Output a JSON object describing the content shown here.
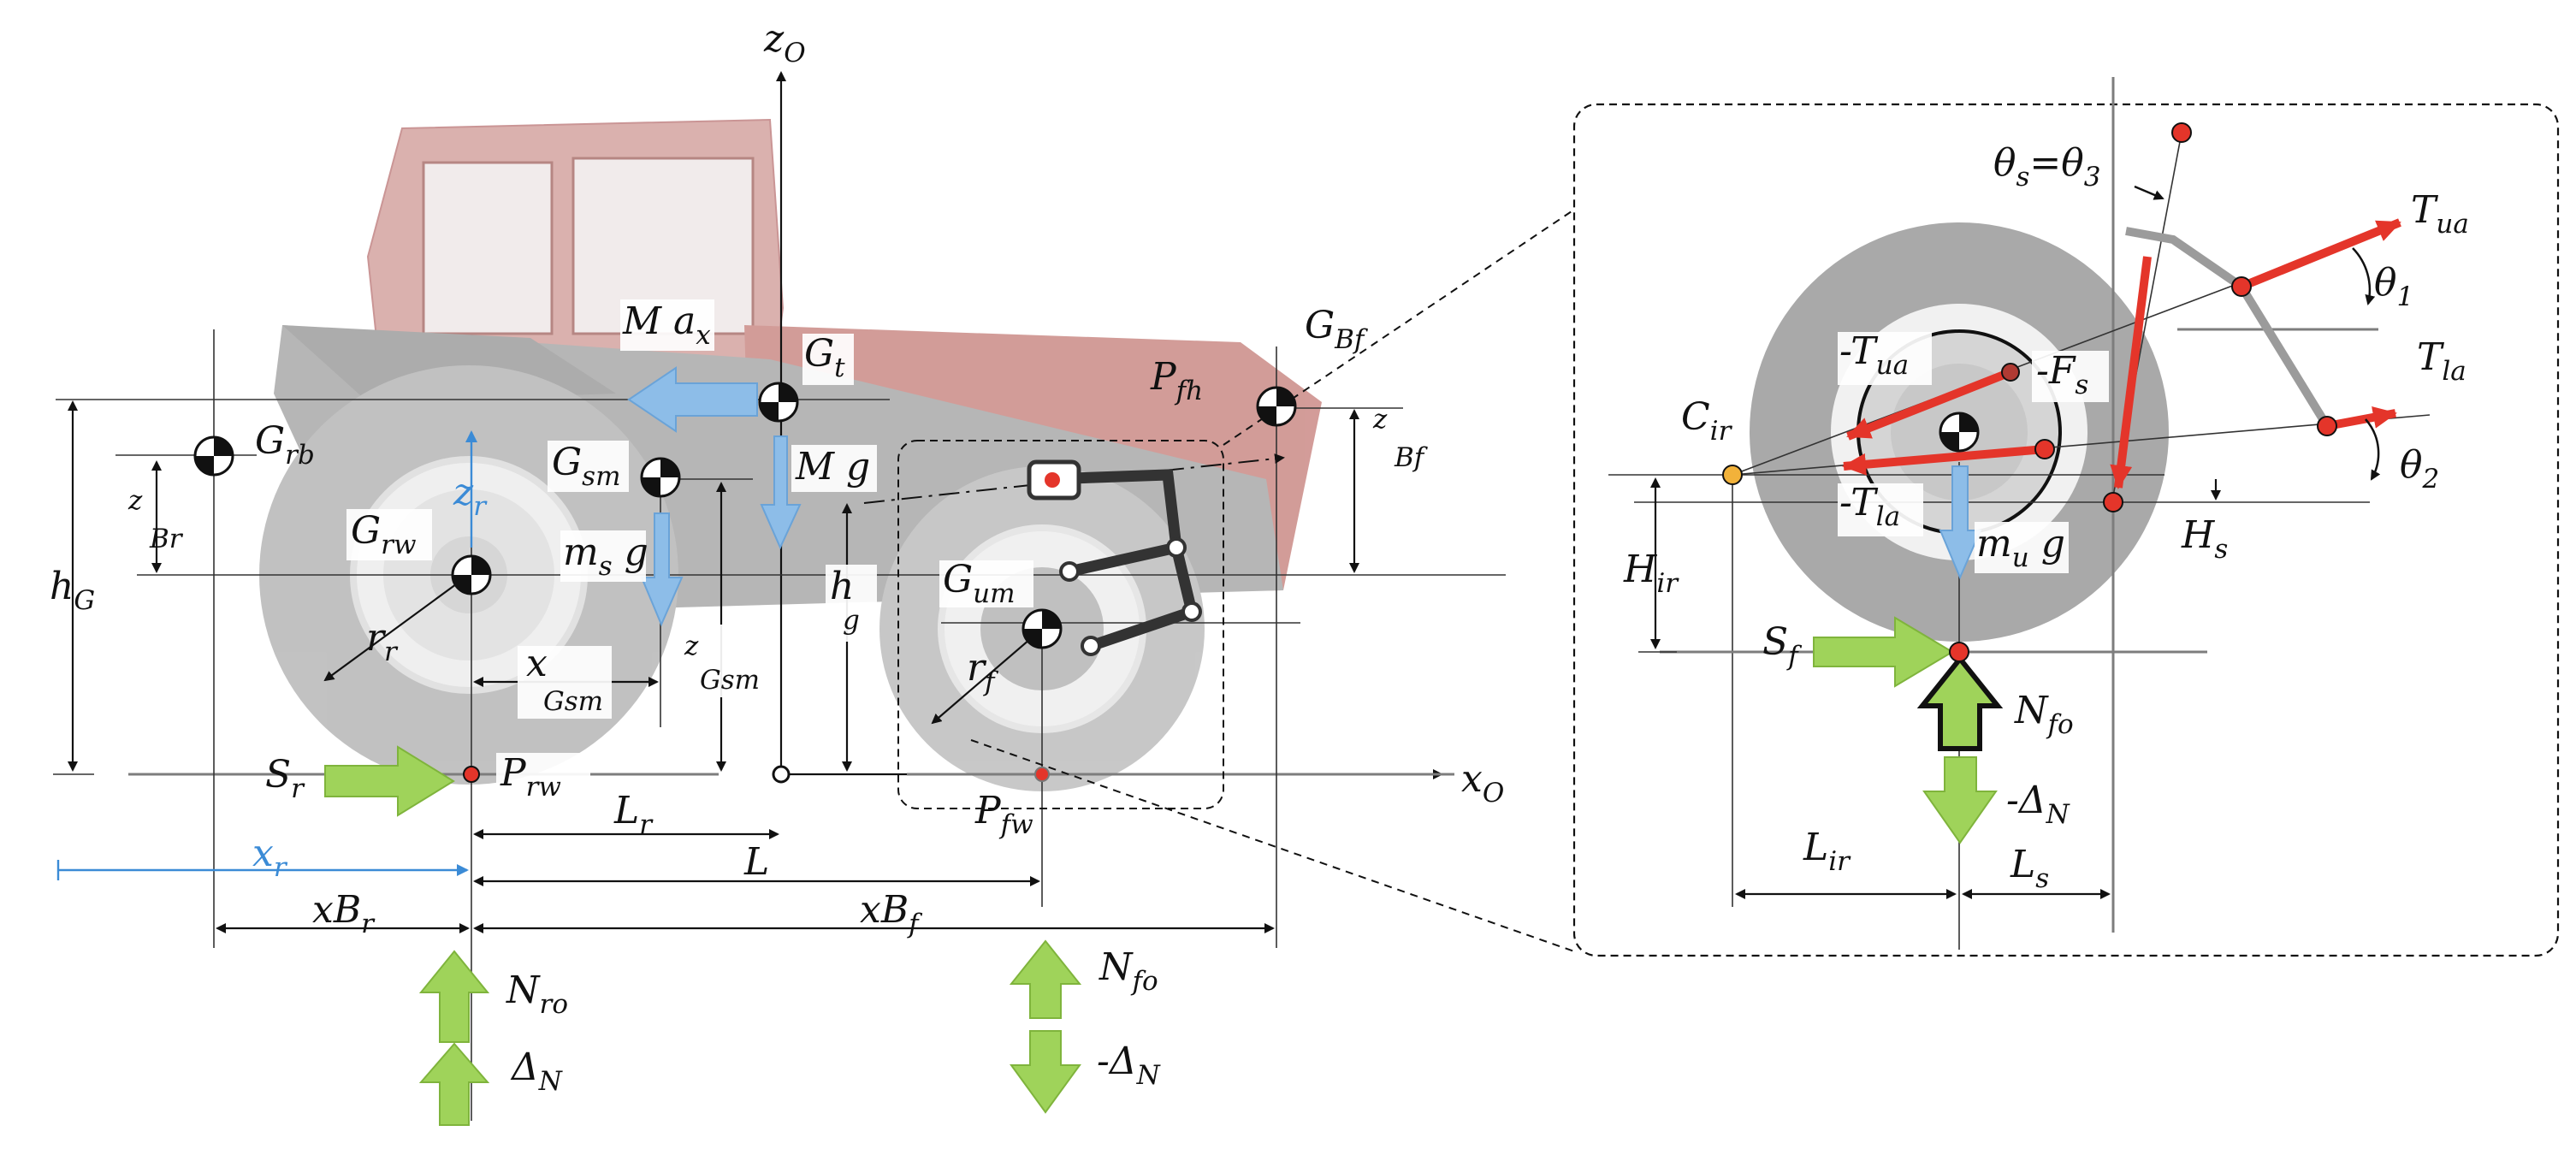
{
  "labels": {
    "zo": {
      "main": "z",
      "sub": "O"
    },
    "xo": {
      "main": "x",
      "sub": "O"
    },
    "max": {
      "main": "M a",
      "sub": "x"
    },
    "gt": {
      "main": "G",
      "sub": "t"
    },
    "mg": {
      "main": "M g"
    },
    "gbf": {
      "main": "G",
      "sub": "Bf"
    },
    "zbf": {
      "main": "z",
      "sub": "Bf"
    },
    "grb": {
      "main": "G",
      "sub": "rb"
    },
    "zbr": {
      "main": "z",
      "sub": "Br"
    },
    "hG": {
      "main": "h",
      "sub": "G"
    },
    "zr": {
      "main": "z",
      "sub": "r"
    },
    "gsm": {
      "main": "G",
      "sub": "sm"
    },
    "grw": {
      "main": "G",
      "sub": "rw"
    },
    "msg": {
      "main": "m",
      "sub": "s",
      "suffix": " g"
    },
    "rr": {
      "main": "r",
      "sub": "r"
    },
    "xgsm": {
      "main": "x",
      "sub": "Gsm"
    },
    "zgsm": {
      "main": "z",
      "sub": "Gsm"
    },
    "hg": {
      "main": "h",
      "sub": "g"
    },
    "pfh": {
      "main": "P",
      "sub": "fh"
    },
    "gum": {
      "main": "G",
      "sub": "um"
    },
    "rf": {
      "main": "r",
      "sub": "f"
    },
    "sr": {
      "main": "S",
      "sub": "r"
    },
    "prw": {
      "main": "P",
      "sub": "rw"
    },
    "lr": {
      "main": "L",
      "sub": "r"
    },
    "L": {
      "main": "L"
    },
    "pfw": {
      "main": "P",
      "sub": "fw"
    },
    "xr": {
      "main": "x",
      "sub": "r"
    },
    "xbr": {
      "main": "xB",
      "sub": "r"
    },
    "xbf": {
      "main": "xB",
      "sub": "f"
    },
    "nro": {
      "main": "N",
      "sub": "ro"
    },
    "dn": {
      "main": "Δ",
      "sub": "N"
    },
    "nfo": {
      "main": "N",
      "sub": "fo"
    },
    "mdn": {
      "main": "-Δ",
      "sub": "N"
    }
  },
  "inset": {
    "theta_s": {
      "main": "θ",
      "sub": "s",
      "suffix": "=θ",
      "sub2": "3"
    },
    "tua": {
      "main": "T",
      "sub": "ua"
    },
    "theta1": {
      "main": "θ",
      "sub": "1"
    },
    "tla": {
      "main": "T",
      "sub": "la"
    },
    "mtua": {
      "main": "-T",
      "sub": "ua"
    },
    "mfs": {
      "main": "-F",
      "sub": "s"
    },
    "cir": {
      "main": "C",
      "sub": "ir"
    },
    "theta2": {
      "main": "θ",
      "sub": "2"
    },
    "mtla": {
      "main": "-T",
      "sub": "la"
    },
    "hs": {
      "main": "H",
      "sub": "s"
    },
    "hir": {
      "main": "H",
      "sub": "ir"
    },
    "mug": {
      "main": "m",
      "sub": "u",
      "suffix": " g"
    },
    "sf": {
      "main": "S",
      "sub": "f"
    },
    "nfo": {
      "main": "N",
      "sub": "fo"
    },
    "mdn": {
      "main": "-Δ",
      "sub": "N"
    },
    "lir": {
      "main": "L",
      "sub": "ir"
    },
    "ls": {
      "main": "L",
      "sub": "s"
    }
  },
  "colors": {
    "force_green": "#9fd35a",
    "force_blue": "#8dbde8",
    "force_red": "#e4352a",
    "tractor_red": "#c06b66",
    "wheel_gray": "#a6a6a6"
  }
}
